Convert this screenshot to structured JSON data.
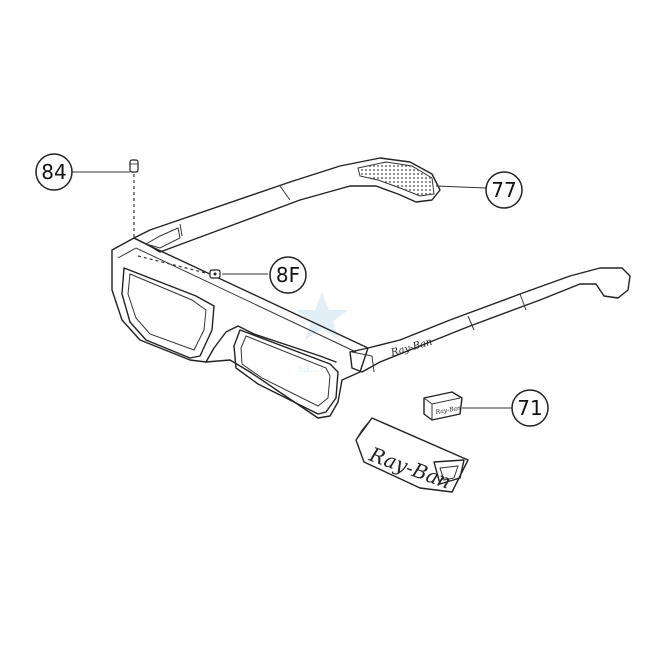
{
  "diagram": {
    "callouts": [
      {
        "id": "84",
        "label": "84",
        "part": "hinge-screw"
      },
      {
        "id": "8F",
        "label": "8F",
        "part": "hinge-screw-front"
      },
      {
        "id": "77",
        "label": "77",
        "part": "temple-tip"
      },
      {
        "id": "71",
        "label": "71",
        "part": "logo-plaque"
      }
    ],
    "temple_logo": "Ray-Ban",
    "case_logo": "Ray-Ban",
    "watermark": "sa..."
  }
}
